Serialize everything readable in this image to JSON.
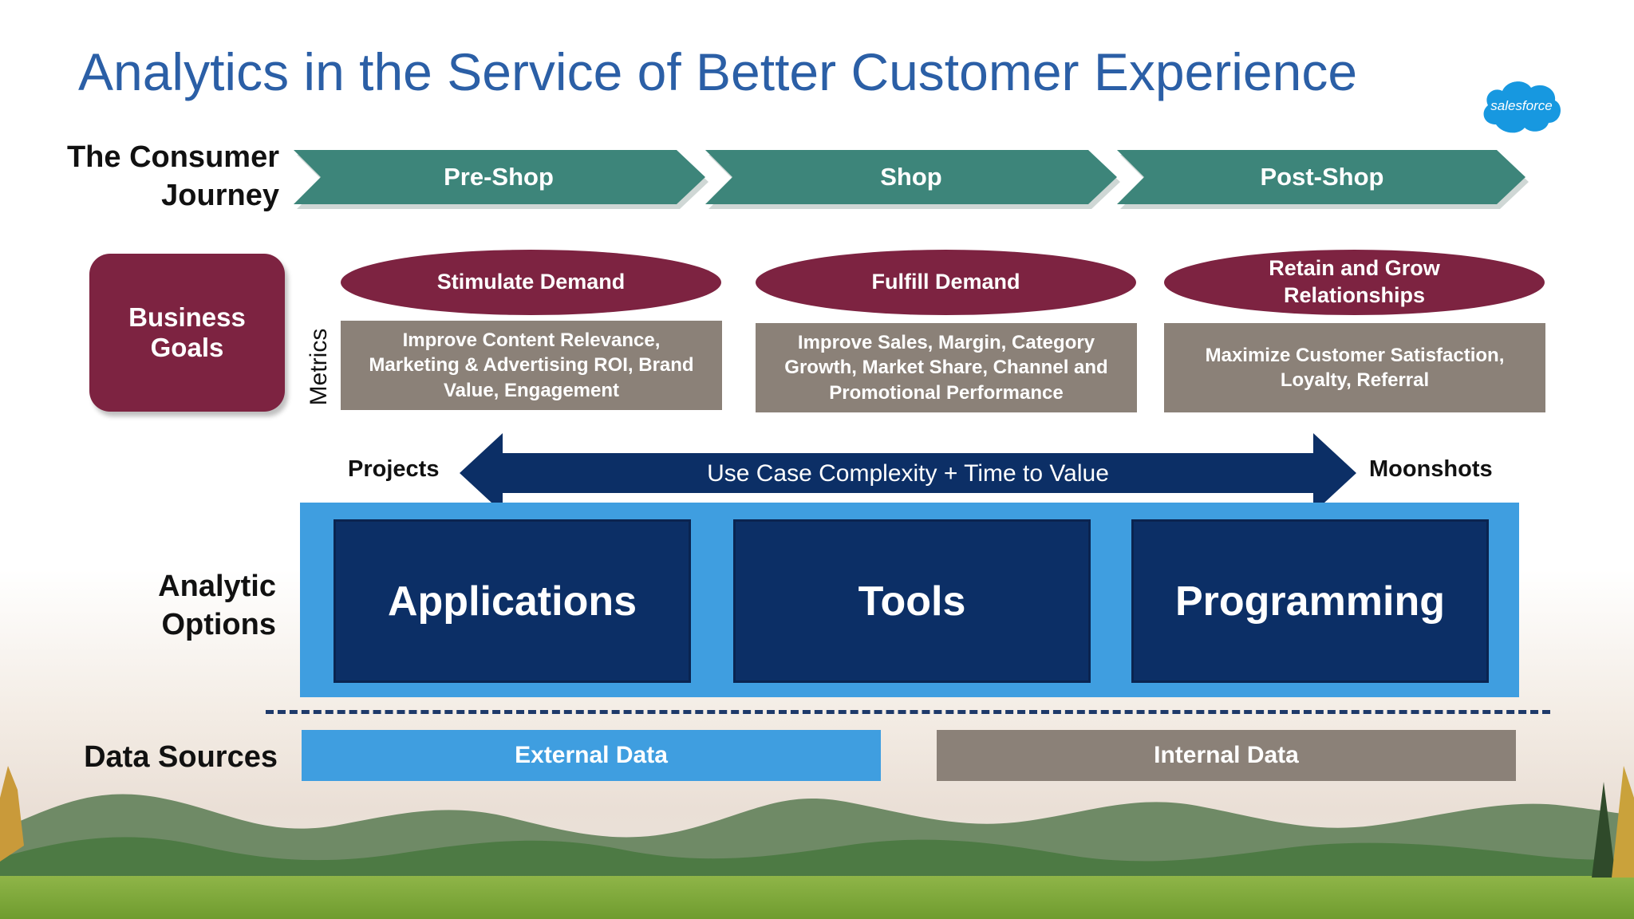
{
  "title": "Analytics in the Service of Better Customer Experience",
  "logo_text": "salesforce",
  "journey": {
    "label_line1": "The Consumer",
    "label_line2": "Journey",
    "stages": [
      "Pre-Shop",
      "Shop",
      "Post-Shop"
    ]
  },
  "business_goals": {
    "label_line1": "Business",
    "label_line2": "Goals",
    "metrics_label": "Metrics",
    "goals": [
      {
        "name": "Stimulate Demand",
        "metrics_lines": [
          "Improve Content Relevance,",
          "Marketing & Advertising ROI, Brand",
          "Value, Engagement"
        ]
      },
      {
        "name": "Fulfill Demand",
        "metrics_lines": [
          "Improve Sales, Margin, Category",
          "Growth, Market Share, Channel and",
          "Promotional  Performance"
        ]
      },
      {
        "name_lines": [
          "Retain and Grow",
          "Relationships"
        ],
        "metrics_lines": [
          "Maximize Customer Satisfaction,",
          "Loyalty, Referral"
        ]
      }
    ]
  },
  "complexity": {
    "left_label": "Projects",
    "right_label": "Moonshots",
    "arrow_label": "Use Case Complexity + Time to Value"
  },
  "analytic_options": {
    "label_line1": "Analytic",
    "label_line2": "Options",
    "options": [
      "Applications",
      "Tools",
      "Programming"
    ]
  },
  "data_sources": {
    "label": "Data Sources",
    "external": "External Data",
    "internal": "Internal Data"
  },
  "colors": {
    "title_blue": "#2b5fa6",
    "chevron_teal": "#3d857a",
    "goal_maroon": "#7d2341",
    "metric_gray": "#8b8178",
    "navy": "#0c2f66",
    "panel_blue": "#3f9ee0",
    "external_blue": "#3f9ee0",
    "salesforce_blue": "#1798e0"
  }
}
